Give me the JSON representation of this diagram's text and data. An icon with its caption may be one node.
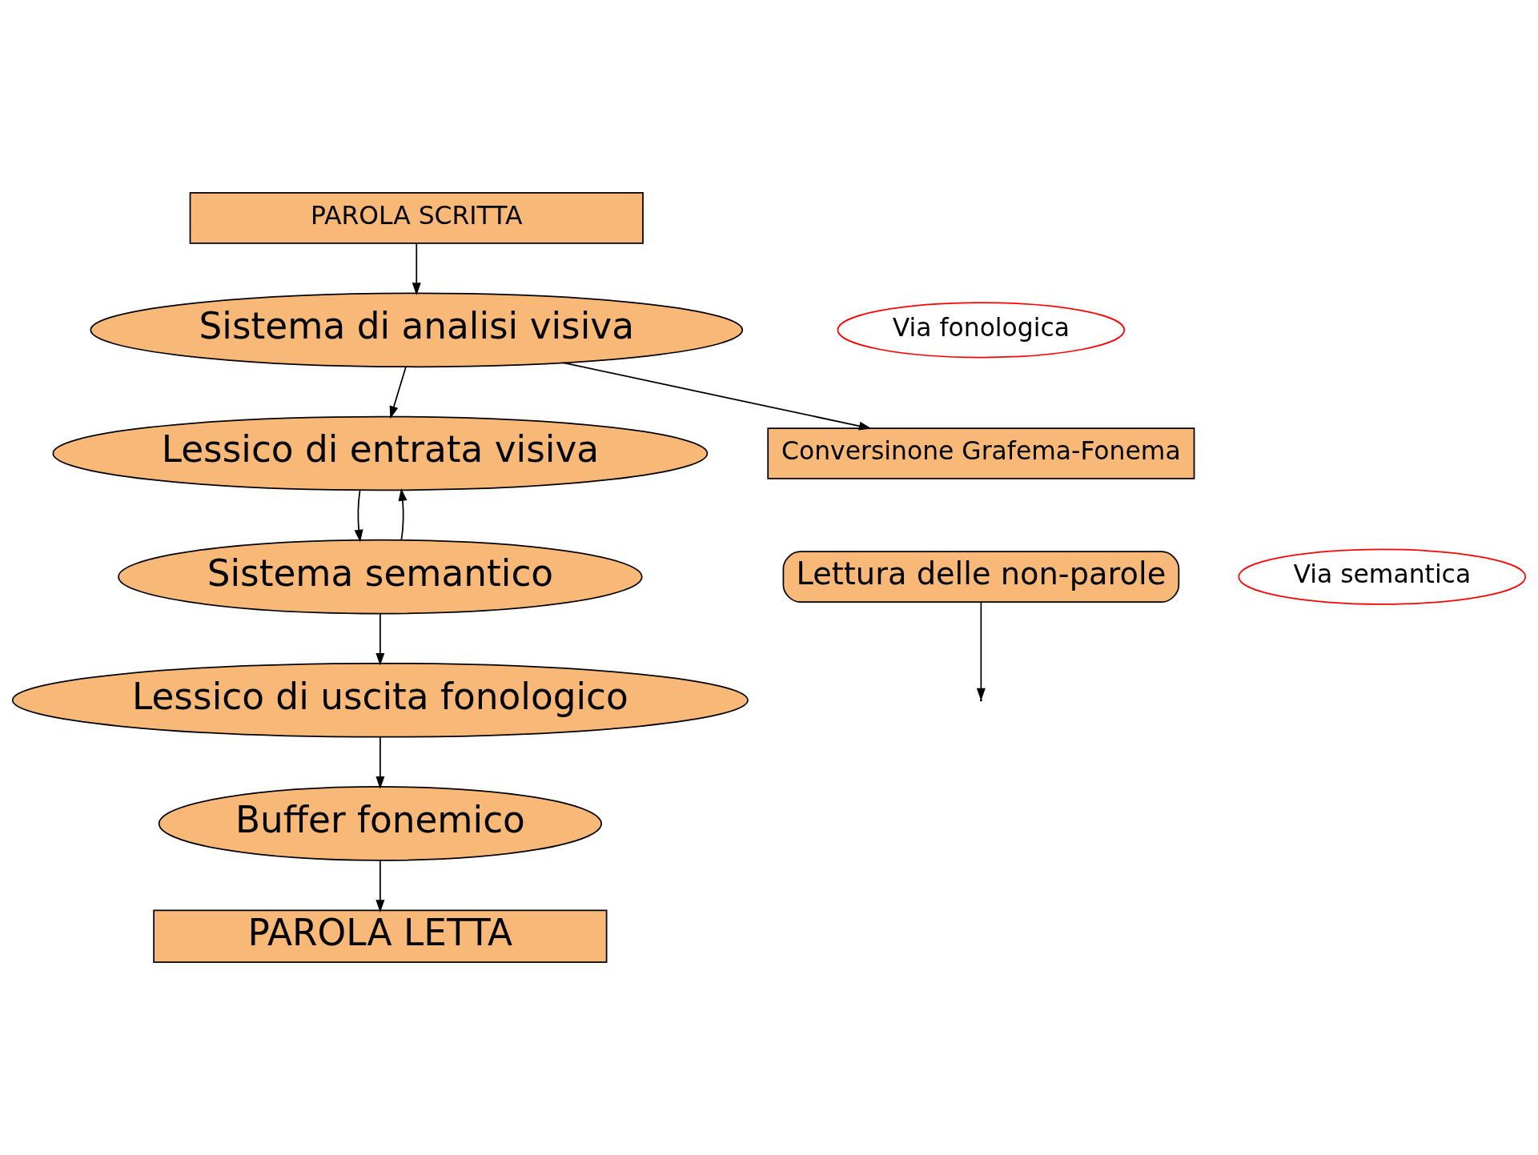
{
  "diagram": {
    "nodes": [
      {
        "text": [
          "PAROLA SCRITTA"
        ]
      },
      {
        "text": [
          "Sistema di analisi visiva"
        ]
      },
      {
        "text": [
          "Lessico di entrata visiva"
        ]
      },
      {
        "text": [
          "Sistema semantico"
        ]
      },
      {
        "text": [
          "Lessico di uscita fonologico"
        ]
      },
      {
        "text": [
          "Buffer fonemico"
        ]
      },
      {
        "text": [
          "PAROLA LETTA"
        ]
      },
      {
        "text": [
          "Via fonologica"
        ]
      },
      {
        "text": [
          "Conversinone Grafema-Fonema"
        ]
      },
      {
        "text": [
          "Lettura delle non-parole"
        ]
      },
      {
        "text": [
          "Via semantica"
        ]
      }
    ],
    "edges": [
      {
        "from": 0,
        "to": 1,
        "arrow": "to"
      },
      {
        "from": 1,
        "to": 2,
        "arrow": "to"
      },
      {
        "from": 2,
        "to": 3,
        "arrow": "to"
      },
      {
        "from": 3,
        "to": 2,
        "arrow": "to"
      },
      {
        "from": 3,
        "to": 4,
        "arrow": "to"
      },
      {
        "from": 4,
        "to": 5,
        "arrow": "to"
      },
      {
        "from": 5,
        "to": 6,
        "arrow": "to"
      },
      {
        "from": 1,
        "to": 8,
        "arrow": "to"
      },
      {
        "from": 9,
        "to": null,
        "arrow": "to"
      }
    ]
  }
}
